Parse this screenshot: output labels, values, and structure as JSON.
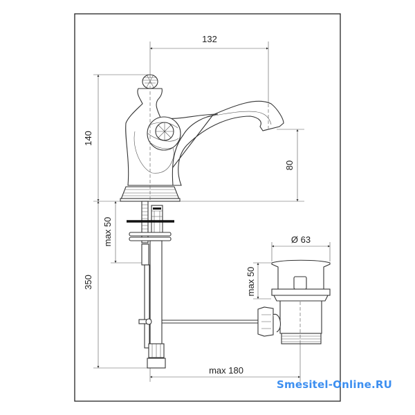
{
  "diagram": {
    "dimensions": {
      "spout_reach": "132",
      "total_height": "140",
      "spout_height": "80",
      "deck_thickness": "max 50",
      "hose_length": "350",
      "drain_diameter": "Ø 63",
      "drain_deck_thickness": "max 50",
      "rod_length": "max 180"
    }
  },
  "watermark": "Smesitel-Online.RU",
  "colors": {
    "line": "#333333",
    "watermark": "#3d8ff0"
  }
}
